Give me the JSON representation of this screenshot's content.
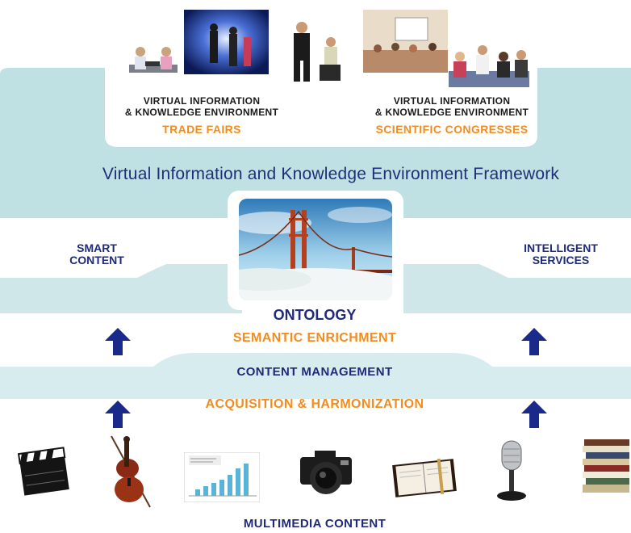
{
  "top": {
    "left_caption": "VIRTUAL INFORMATION\n& KNOWLEDGE ENVIRONMENT",
    "left_highlight": "TRADE FAIRS",
    "right_caption": "VIRTUAL INFORMATION\n& KNOWLEDGE ENVIRONMENT",
    "right_highlight": "SCIENTIFIC CONGRESSES"
  },
  "framework_title": "Virtual Information and Knowledge Environment Framework",
  "side_labels": {
    "left": "SMART\nCONTENT",
    "right": "INTELLIGENT\nSERVICES"
  },
  "layers": {
    "ontology": "ONTOLOGY",
    "semantic": "SEMANTIC ENRICHMENT",
    "content_management": "CONTENT MANAGEMENT",
    "acquisition": "ACQUISITION & HARMONIZATION"
  },
  "footer": "MULTIMEDIA CONTENT",
  "colors": {
    "band": "#bfe1e4",
    "band_light": "#d7ecee",
    "navy": "#1f2a7a",
    "orange": "#f28c1e",
    "arrow": "#1a2a8a"
  },
  "media_icons": [
    "clapperboard-icon",
    "violin-icon",
    "chart-document-icon",
    "camera-icon",
    "notebook-icon",
    "microphone-icon",
    "book-stack-icon"
  ]
}
